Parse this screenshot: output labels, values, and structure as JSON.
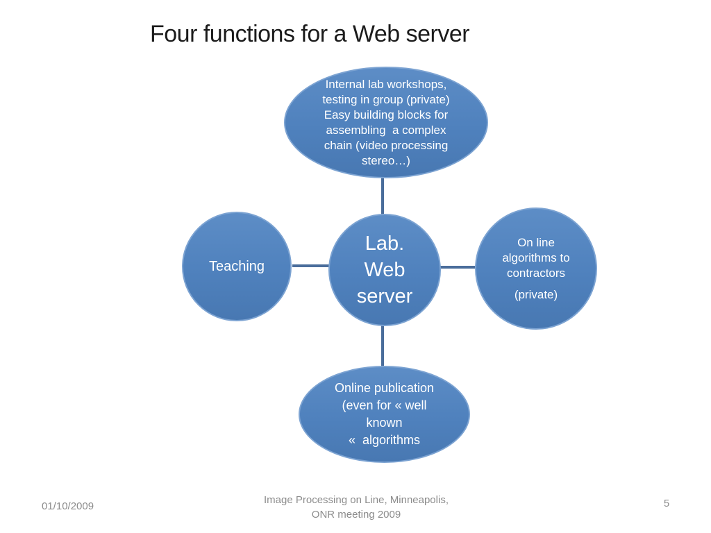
{
  "slide": {
    "title": "Four functions for a Web server",
    "diagram": {
      "top_node": {
        "lines": [
          "Internal lab workshops,",
          "testing in group (private)",
          "Easy building blocks for",
          "assembling  a complex",
          "chain (video processing",
          "stereo…)"
        ]
      },
      "center_node": {
        "lines": [
          "Lab.",
          "Web",
          "server"
        ]
      },
      "left_node": {
        "label": "Teaching"
      },
      "right_node": {
        "lines": [
          "On line",
          "algorithms to",
          "contractors"
        ],
        "sub_label": "(private)"
      },
      "bottom_node": {
        "lines": [
          "Online publication",
          "(even for « well",
          "known",
          "«  algorithms"
        ]
      }
    },
    "footer": {
      "date": "01/10/2009",
      "venue_line1": "Image Processing on Line, Minneapolis,",
      "venue_line2": "ONR meeting 2009",
      "page_number": "5"
    },
    "colors": {
      "node_fill": "#4f81bd",
      "node_rim": "#7ca3d2",
      "connector": "#4a6d9b",
      "node_text": "#ffffff",
      "title_text": "#1b1b1b",
      "footer_text": "#8c8c8c",
      "background": "#ffffff"
    }
  }
}
